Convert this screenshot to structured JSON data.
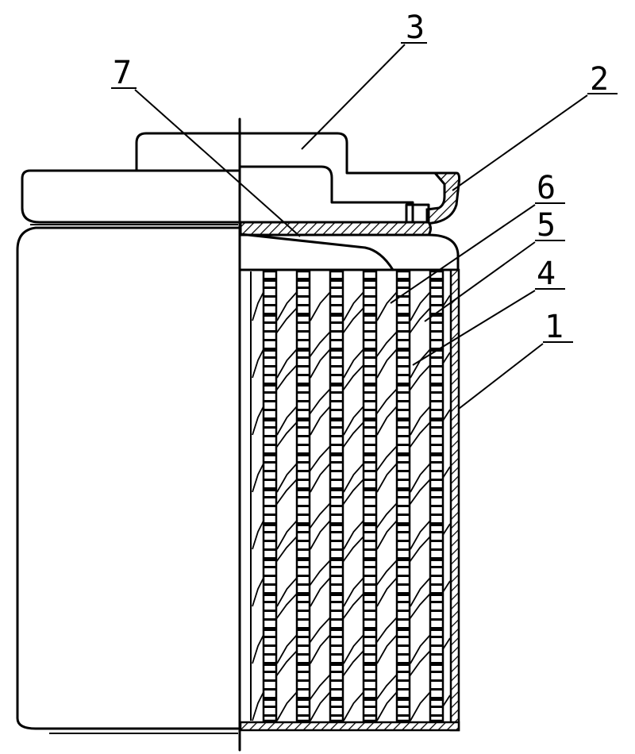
{
  "figure": {
    "labels": [
      {
        "id": "L1",
        "text": "1"
      },
      {
        "id": "L2",
        "text": "2"
      },
      {
        "id": "L3",
        "text": "3"
      },
      {
        "id": "L4",
        "text": "4"
      },
      {
        "id": "L5",
        "text": "5"
      },
      {
        "id": "L6",
        "text": "6"
      },
      {
        "id": "L7",
        "text": "7"
      }
    ]
  },
  "colors": {
    "line": "#000000",
    "background": "#ffffff"
  }
}
